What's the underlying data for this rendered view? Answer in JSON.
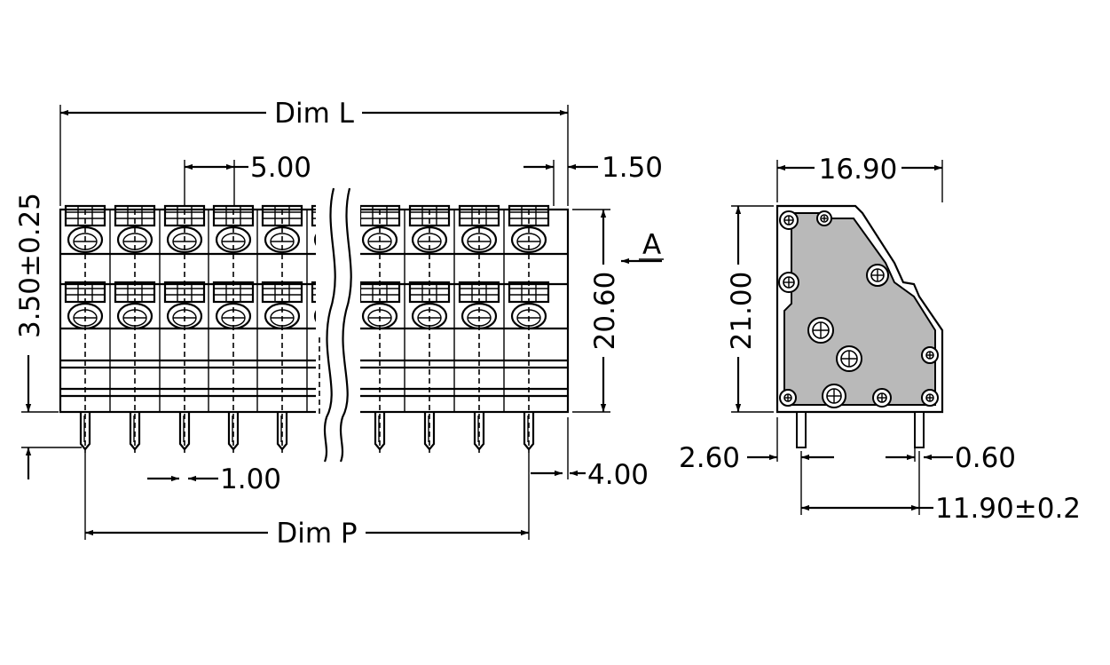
{
  "dimensions": {
    "dim_l": "Dim  L",
    "dim_p": "Dim  P",
    "pitch": "5.00",
    "end_offset": "1.50",
    "height_tol": "3.50±0.25",
    "body_height": "20.60",
    "pin_width": "1.00",
    "pin_length": "4.00",
    "view_label": "A",
    "side_width": "16.90",
    "side_height": "21.00",
    "side_left_offset": "2.60",
    "side_pin": "0.60",
    "side_pin_spacing": "11.90±0.2"
  },
  "colors": {
    "body_fill": "#b9b9b9",
    "line": "#000000"
  }
}
